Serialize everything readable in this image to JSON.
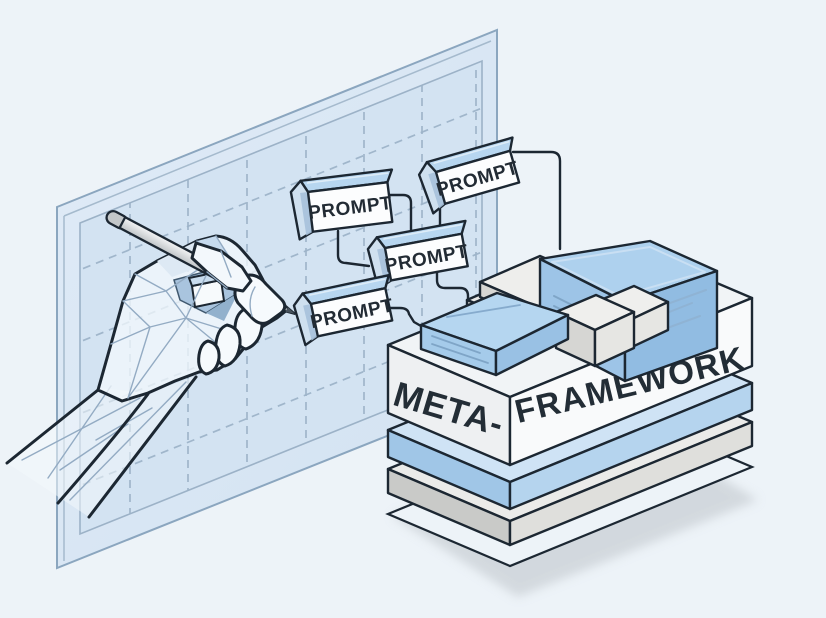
{
  "illustration": {
    "description": "Isometric concept illustration: a low-poly wireframe hand with a stylus draws on a gridded board; four PROMPT nodes are wired into a layered META-FRAMEWORK platform stack.",
    "prompt_nodes": [
      {
        "id": "top-left",
        "label": "PROMPT"
      },
      {
        "id": "top-right",
        "label": "PROMPT"
      },
      {
        "id": "middle",
        "label": "PROMPT"
      },
      {
        "id": "bottom-left",
        "label": "PROMPT"
      }
    ],
    "stack": {
      "left_face_label": "META-",
      "right_face_label": "FRAMEWORK"
    },
    "palette": {
      "background": "#edf3f8",
      "board_fill": "#dce9f5",
      "board_inner_fill": "#d3e3f2",
      "board_edge": "#8ba6bf",
      "grid_line": "#9db3c8",
      "ink_outline": "#1c2732",
      "node_face": "#fcfdfe",
      "node_bevel_blue": "#b7d6f0",
      "module_blue": "#a6cbea",
      "module_blue_dark": "#91bce2",
      "module_gray": "#d6d6d3",
      "platform_white": "#f2f4f6",
      "layer_blue": "#a0c6e7",
      "layer_gray": "#c9cac8",
      "shadow": "#b9bfc5",
      "wireframe": "#93abc3",
      "pen_gray": "#c3c7c9"
    }
  }
}
